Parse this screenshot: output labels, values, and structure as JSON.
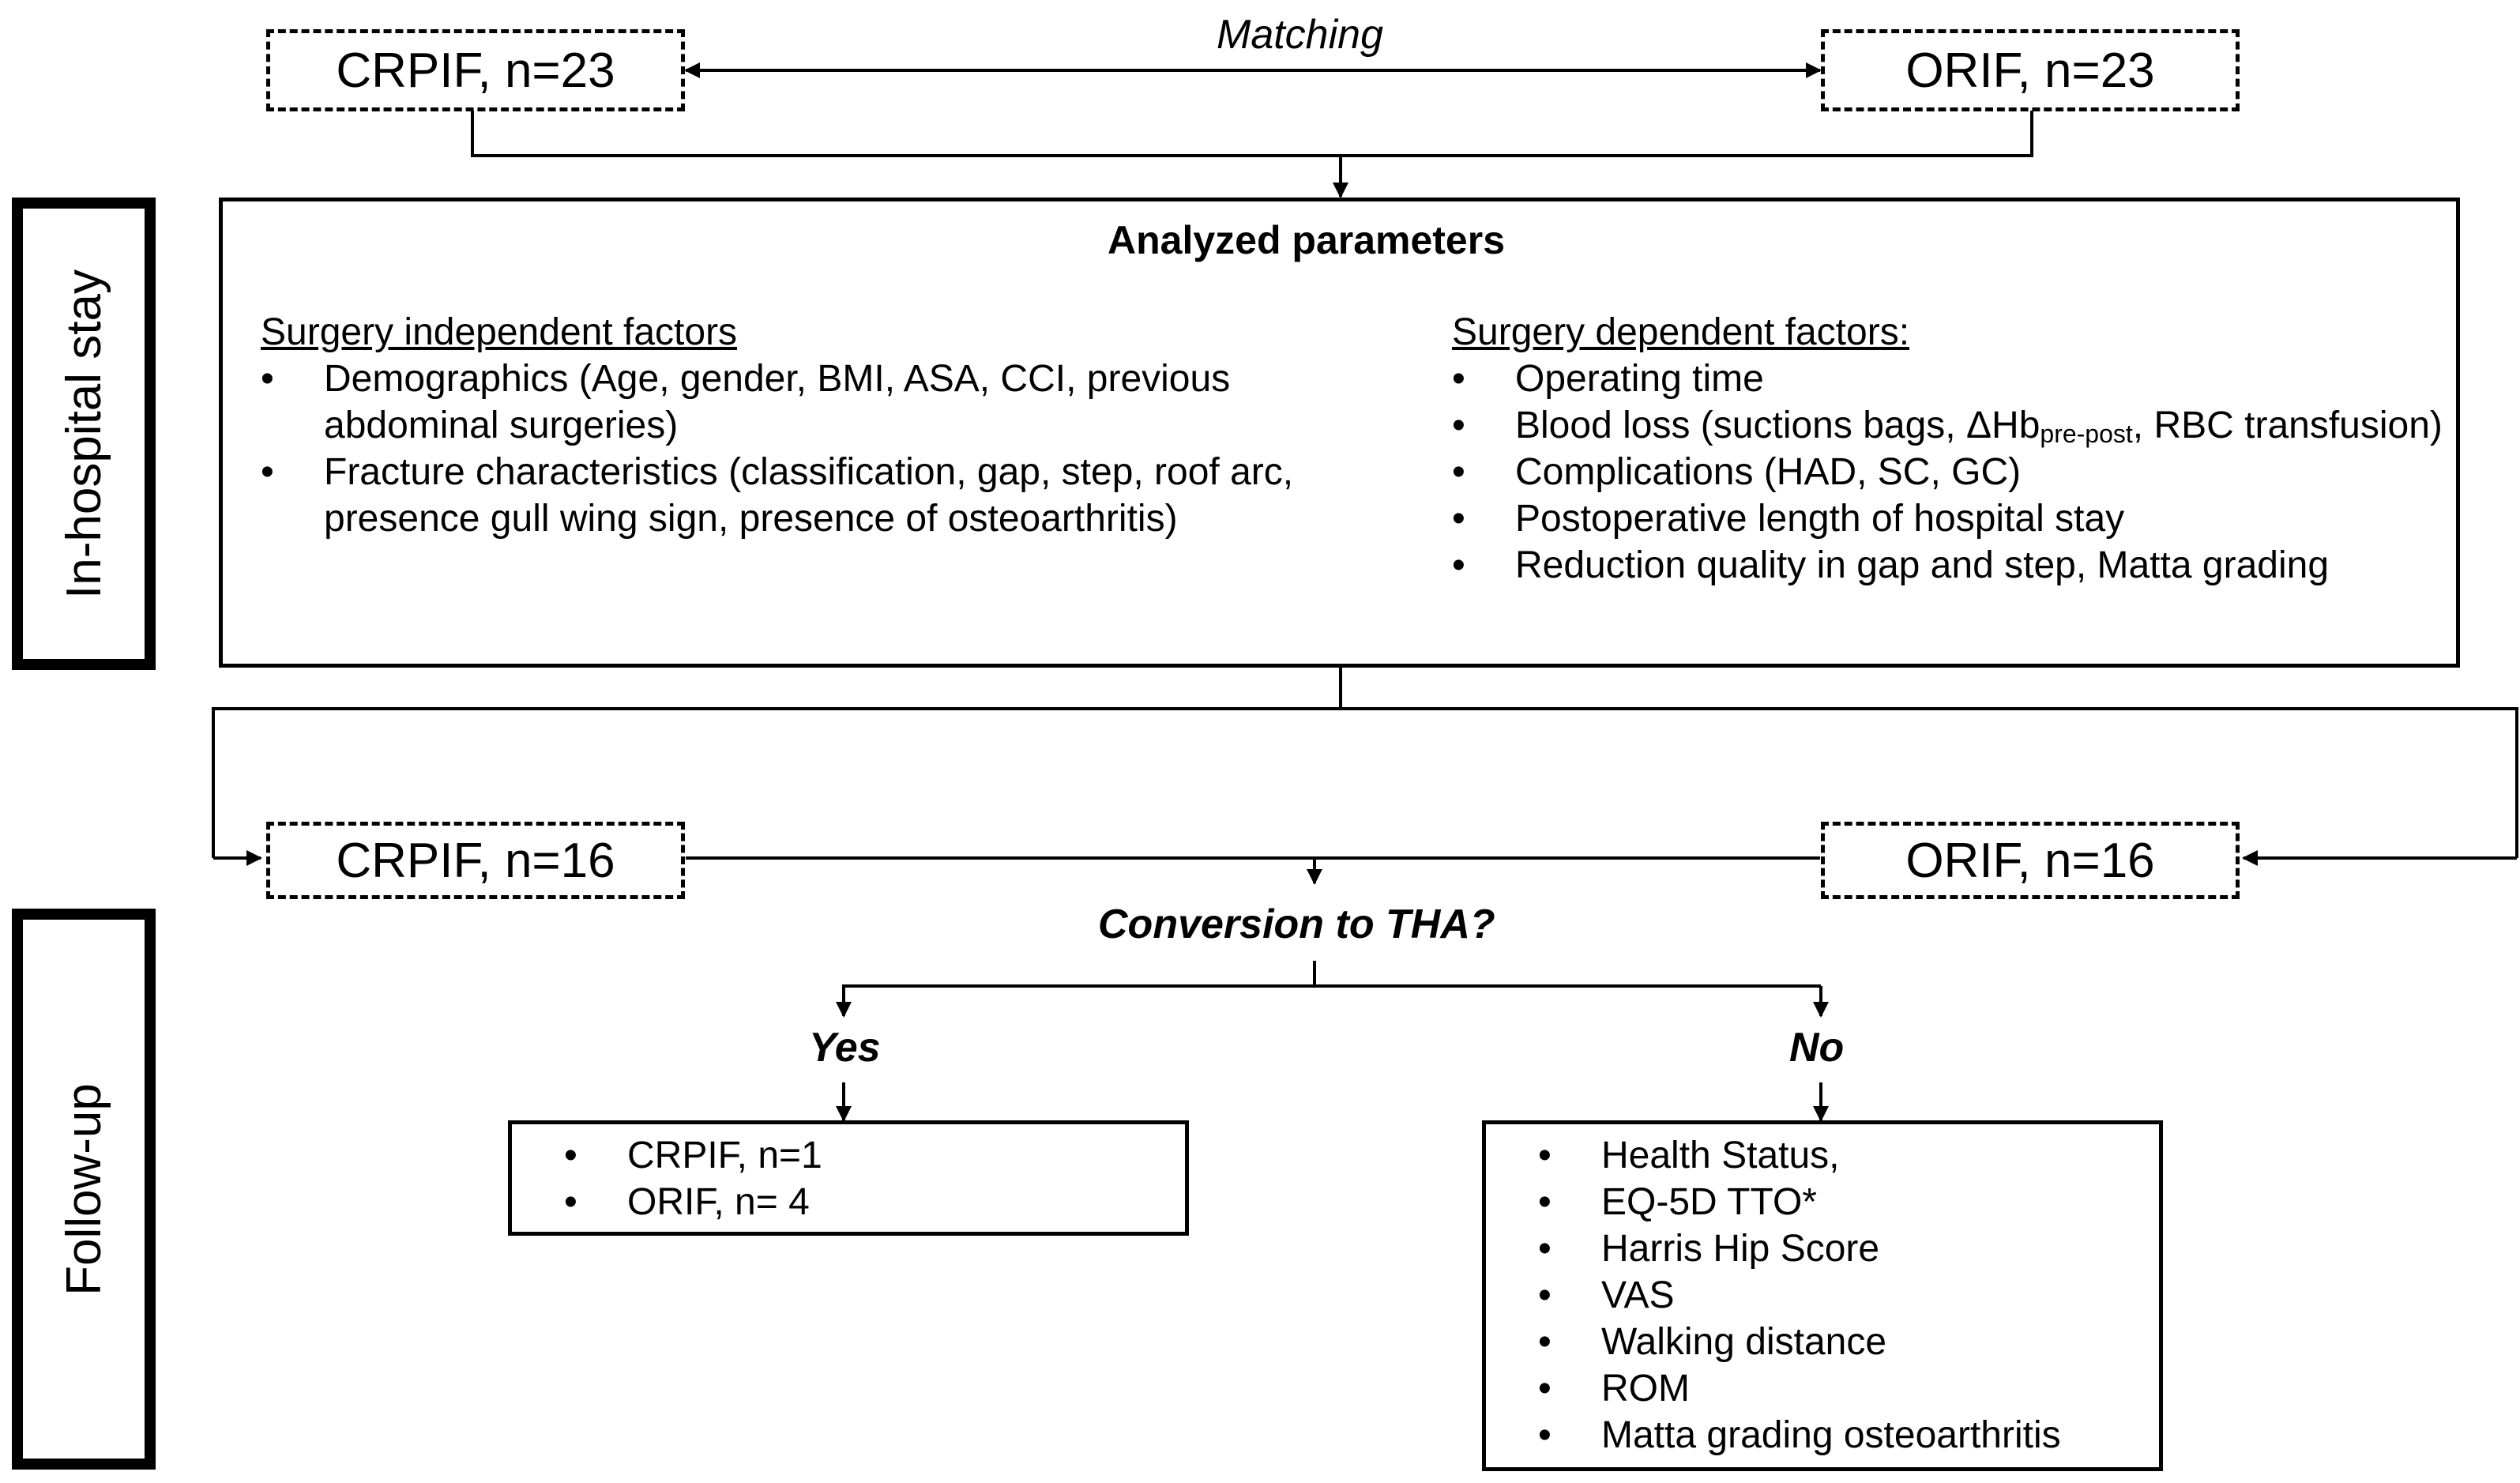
{
  "matching_label": "Matching",
  "top": {
    "left_box": "CRPIF, n=23",
    "right_box": "ORIF, n=23"
  },
  "phases": {
    "in_hospital": "In-hospital stay",
    "follow_up": "Follow-up"
  },
  "analyzed": {
    "title": "Analyzed parameters",
    "independent": {
      "heading": "Surgery independent factors",
      "items": [
        "Demographics (Age, gender, BMI, ASA, CCI, previous abdominal surgeries)",
        "Fracture characteristics (classification, gap, step, roof arc, presence gull wing sign, presence of osteoarthritis)"
      ]
    },
    "dependent": {
      "heading": "Surgery dependent factors:",
      "items": {
        "operating_time": "Operating time",
        "blood_loss_pre": "Blood loss (suctions bags, ΔHb",
        "blood_loss_sub": "pre-post",
        "blood_loss_post": ", RBC transfusion)",
        "complications": "Complications (HAD, SC, GC)",
        "length_of_stay": "Postoperative length of hospital stay",
        "reduction_quality": "Reduction quality in gap and step, Matta grading"
      }
    }
  },
  "followup_boxes": {
    "left_box": "CRPIF, n=16",
    "right_box": "ORIF, n=16"
  },
  "question": "Conversion to THA?",
  "yes": {
    "label": "Yes",
    "items": [
      "CRPIF, n=1",
      "ORIF, n= 4"
    ]
  },
  "no": {
    "label": "No",
    "items": [
      "Health Status,",
      "EQ-5D TTO*",
      "Harris Hip Score",
      "VAS",
      "Walking distance",
      "ROM",
      "Matta grading osteoarthritis"
    ]
  }
}
